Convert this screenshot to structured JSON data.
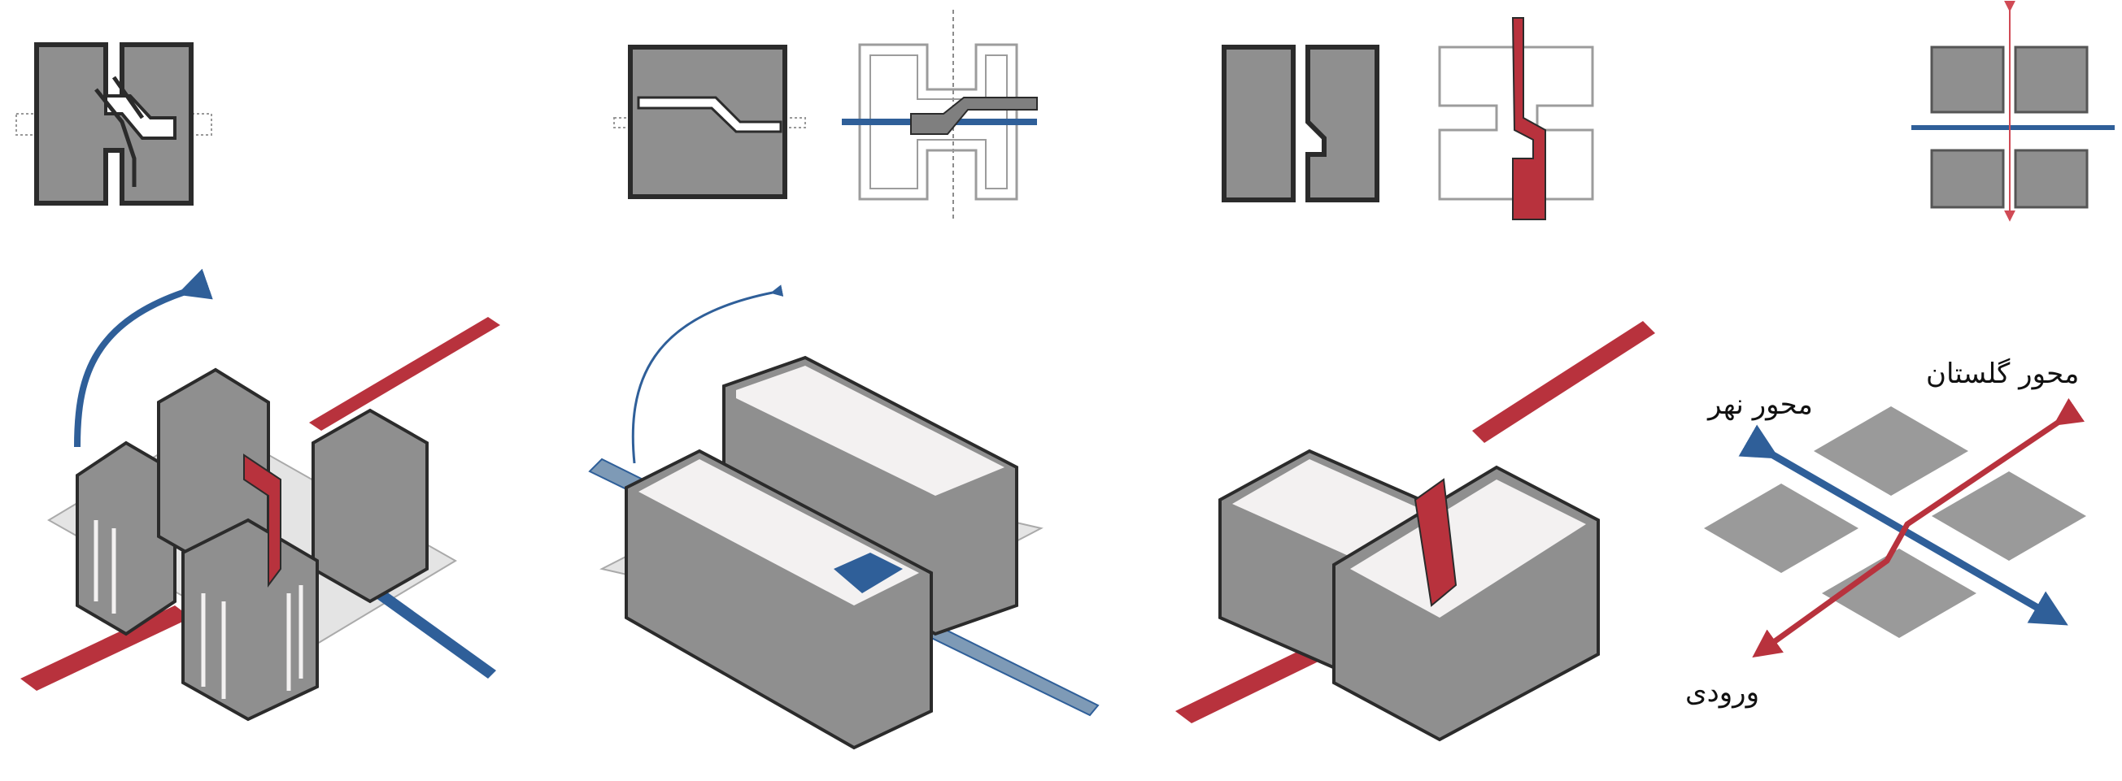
{
  "labels": {
    "garden_axis": "محور گلستان",
    "canal_axis": "محور نهر",
    "entrance": "ورودی"
  },
  "colors": {
    "block_fill": "#8f8f8f",
    "block_side": "#6e6e6e",
    "block_stroke": "#2b2b2b",
    "interior": "#f3f1f1",
    "base_plate": "#e4e4e4",
    "red_axis": "#b8323d",
    "blue_axis": "#2f5f99",
    "outline_grey": "#9c9c9c"
  },
  "icons": [
    "double-arrow-red",
    "double-arrow-blue",
    "curved-arrow-blue"
  ]
}
